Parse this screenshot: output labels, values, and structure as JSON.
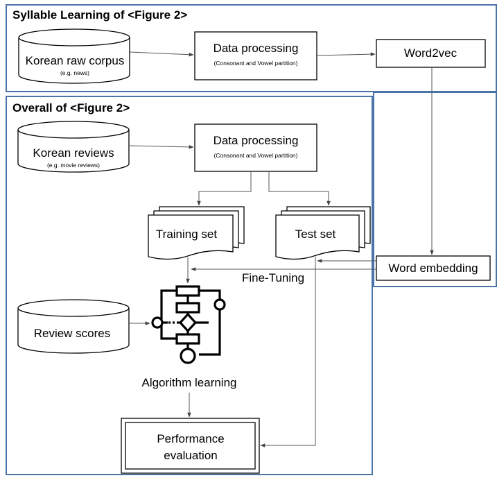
{
  "sections": {
    "syllable_title": "Syllable Learning of <Figure 2>",
    "overall_title": "Overall of <Figure 2>"
  },
  "nodes": {
    "korean_raw_corpus": {
      "label": "Korean raw corpus",
      "sublabel": "(e.g. news)"
    },
    "data_processing_1": {
      "label": "Data processing",
      "sublabel": "(Consonant and Vowel partition)"
    },
    "word2vec": {
      "label": "Word2vec"
    },
    "korean_reviews": {
      "label": "Korean reviews",
      "sublabel": "(e.g. movie reviews)"
    },
    "data_processing_2": {
      "label": "Data processing",
      "sublabel": "(Consonant and Vowel partition)"
    },
    "training_set": {
      "label": "Training set"
    },
    "test_set": {
      "label": "Test set"
    },
    "word_embedding": {
      "label": "Word embedding"
    },
    "fine_tuning": {
      "label": "Fine-Tuning"
    },
    "review_scores": {
      "label": "Review scores"
    },
    "algorithm_learning": {
      "label": "Algorithm learning"
    },
    "performance_evaluation": {
      "line1": "Performance",
      "line2": "evaluation"
    }
  }
}
